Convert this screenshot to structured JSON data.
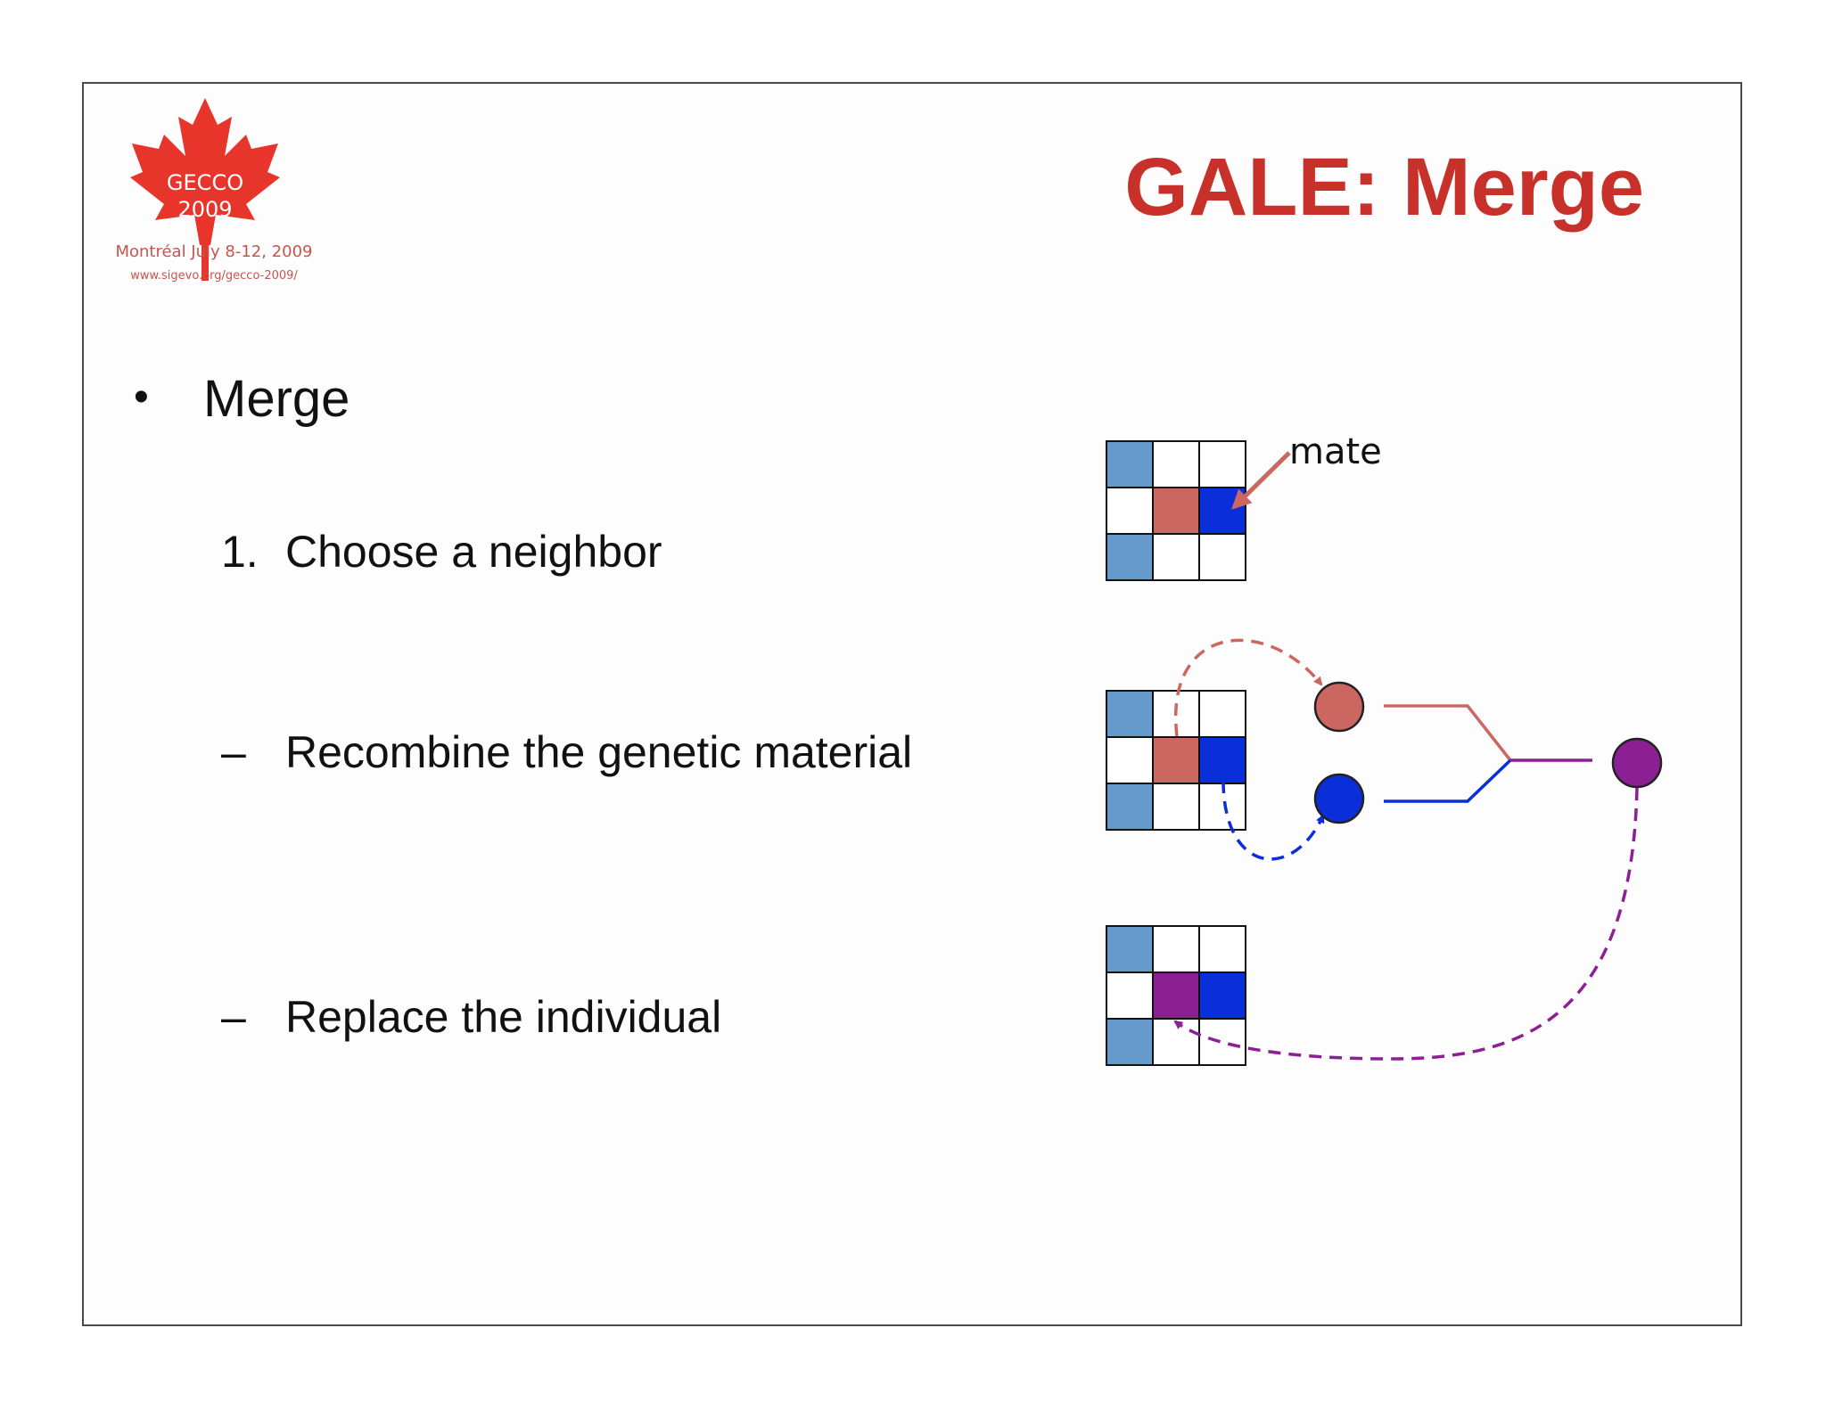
{
  "slide": {
    "title": "GALE: Merge"
  },
  "logo": {
    "badge_line1": "GECCO",
    "badge_line2": "2009",
    "city_date": "Montréal July 8-12, 2009",
    "url": "www.sigevo.org/gecco-2009/",
    "icon": "maple-leaf-icon",
    "color": "#e8352b"
  },
  "content": {
    "main_bullet": {
      "marker": "•",
      "label": "Merge"
    },
    "steps": [
      {
        "marker": "1.",
        "label": "Choose a neighbor"
      },
      {
        "marker": "–",
        "label": "Recombine the genetic material"
      },
      {
        "marker": "–",
        "label": "Replace the individual"
      }
    ]
  },
  "diagram": {
    "mate_label": "mate",
    "colors": {
      "neighbor": "#6699cc",
      "individual": "#cc6660",
      "mate": "#0a2ed8",
      "offspring": "#8c1f94",
      "empty": "#ffffff",
      "grid_line": "#111111"
    },
    "grids": [
      {
        "name": "choose-neighbor",
        "cells": [
          [
            "neighbor",
            "empty",
            "empty"
          ],
          [
            "empty",
            "individual",
            "mate"
          ],
          [
            "neighbor",
            "empty",
            "empty"
          ]
        ]
      },
      {
        "name": "recombine",
        "cells": [
          [
            "neighbor",
            "empty",
            "empty"
          ],
          [
            "empty",
            "individual",
            "mate"
          ],
          [
            "neighbor",
            "empty",
            "empty"
          ]
        ]
      },
      {
        "name": "replace",
        "cells": [
          [
            "neighbor",
            "empty",
            "empty"
          ],
          [
            "empty",
            "offspring",
            "mate"
          ],
          [
            "neighbor",
            "empty",
            "empty"
          ]
        ]
      }
    ]
  }
}
